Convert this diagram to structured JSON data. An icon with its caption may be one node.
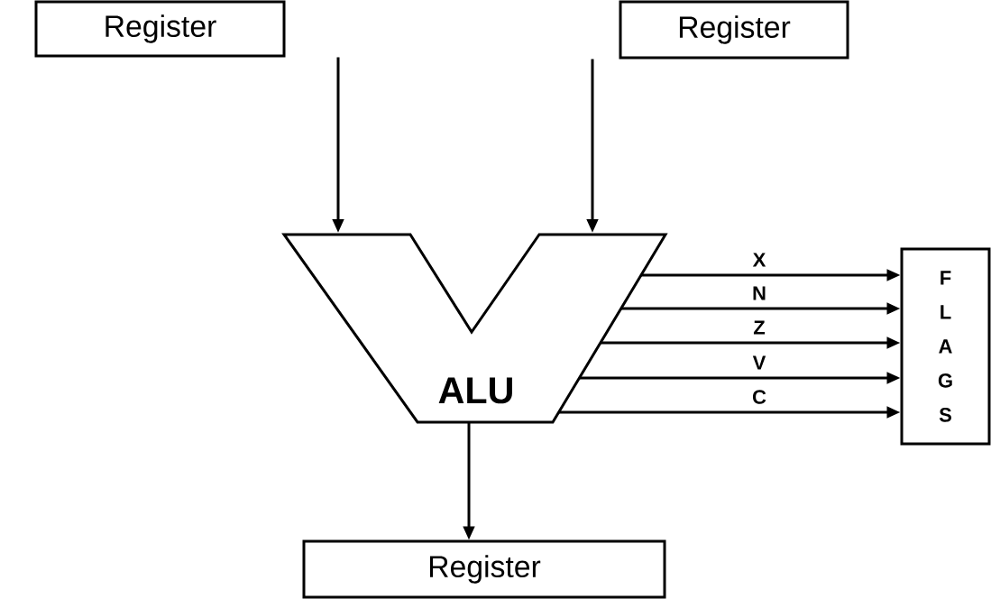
{
  "diagram": {
    "nodes": [
      {
        "text": [
          "Register"
        ]
      },
      {
        "text": [
          "Register"
        ]
      },
      {
        "text": [
          "ALU"
        ]
      },
      {
        "text": [
          "F L A G S"
        ]
      },
      {
        "text": [
          "Register"
        ]
      }
    ],
    "edges": [
      {
        "from": 0,
        "to": 2,
        "arrow": "to"
      },
      {
        "from": 1,
        "to": 2,
        "arrow": "to"
      },
      {
        "from": 2,
        "to": 3,
        "arrow": "to",
        "label": "X"
      },
      {
        "from": 2,
        "to": 3,
        "arrow": "to",
        "label": "N"
      },
      {
        "from": 2,
        "to": 3,
        "arrow": "to",
        "label": "Z"
      },
      {
        "from": 2,
        "to": 3,
        "arrow": "to",
        "label": "V"
      },
      {
        "from": 2,
        "to": 3,
        "arrow": "to",
        "label": "C"
      },
      {
        "from": 2,
        "to": 4,
        "arrow": "to"
      }
    ]
  }
}
